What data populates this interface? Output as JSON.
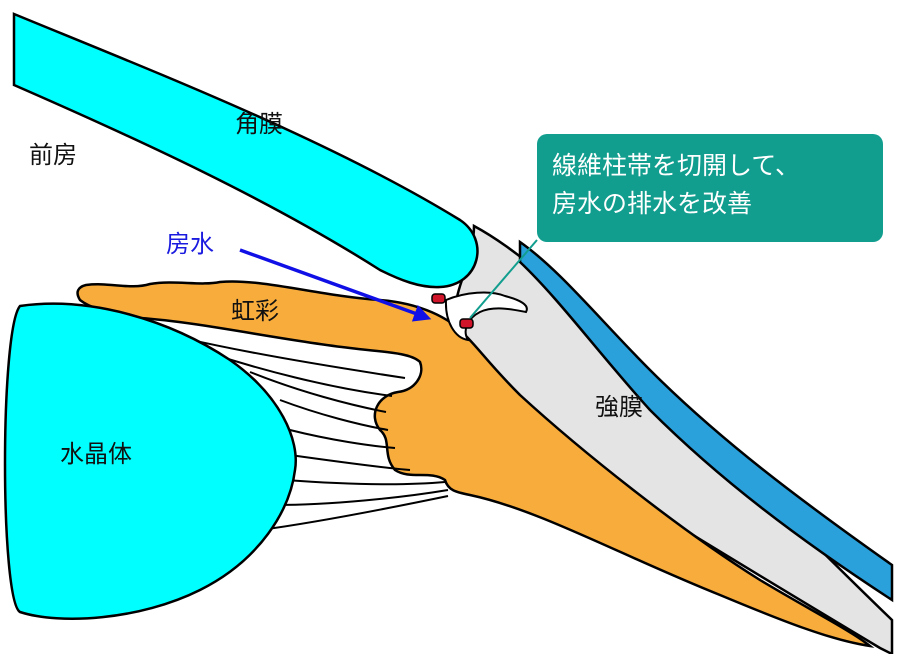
{
  "labels": {
    "anterior_chamber": "前房",
    "cornea": "角膜",
    "aqueous": "房水",
    "iris": "虹彩",
    "lens": "水晶体",
    "sclera": "強膜"
  },
  "callout": {
    "line1": "線維柱帯を切開して、",
    "line2": "房水の排水を改善"
  },
  "colors": {
    "cornea": "#00ffff",
    "lens": "#00ffff",
    "iris": "#f8ac3c",
    "sclera": "#e4e4e4",
    "outer_layer": "#2aa1da",
    "aqueous_arrow": "#1010e6",
    "aqueous_label": "#1b1be0",
    "callout_bg": "#129e8f",
    "callout_line": "#129e8f",
    "trabecular_marks": "#d0142a"
  }
}
